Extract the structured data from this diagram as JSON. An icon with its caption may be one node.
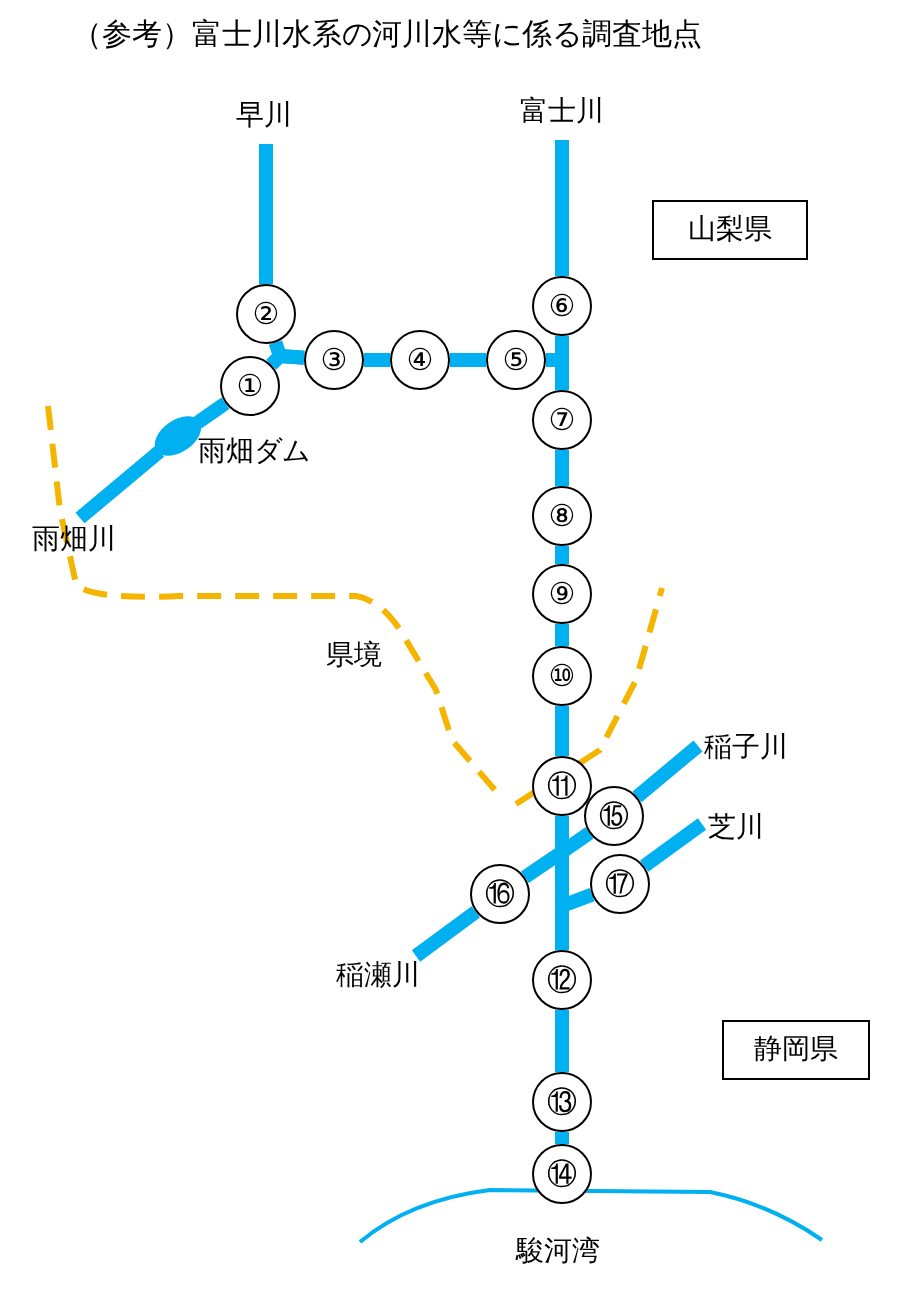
{
  "diagram": {
    "title": "（参考）富士川水系の河川水等に係る調査地点",
    "nodes": [
      {
        "text": [
          "早川"
        ]
      },
      {
        "text": [
          "富士川"
        ]
      },
      {
        "text": [
          "山梨県"
        ]
      },
      {
        "text": [
          "②"
        ]
      },
      {
        "text": [
          "①"
        ]
      },
      {
        "text": [
          "③"
        ]
      },
      {
        "text": [
          "④"
        ]
      },
      {
        "text": [
          "⑤"
        ]
      },
      {
        "text": [
          "⑥"
        ]
      },
      {
        "text": [
          "⑦"
        ]
      },
      {
        "text": [
          "⑧"
        ]
      },
      {
        "text": [
          "⑨"
        ]
      },
      {
        "text": [
          "⑩"
        ]
      },
      {
        "text": [
          "⑪"
        ]
      },
      {
        "text": [
          "⑮"
        ]
      },
      {
        "text": [
          "⑯"
        ]
      },
      {
        "text": [
          "⑰"
        ]
      },
      {
        "text": [
          "⑫"
        ]
      },
      {
        "text": [
          "⑬"
        ]
      },
      {
        "text": [
          "⑭"
        ]
      },
      {
        "text": [],
        "shape": "ellipse",
        "beside": [
          "雨畑ダム"
        ]
      },
      {
        "text": [
          "雨畑川"
        ]
      },
      {
        "text": [
          "稲子川"
        ]
      },
      {
        "text": [
          "芝川"
        ]
      },
      {
        "text": [
          "稲瀬川"
        ]
      },
      {
        "text": [
          "静岡県"
        ]
      },
      {
        "text": [
          "駿河湾"
        ]
      }
    ],
    "edges": [
      {
        "from": 0,
        "to": 3,
        "arrow": "none"
      },
      {
        "from": 1,
        "to": 8,
        "arrow": "none"
      },
      {
        "from": 3,
        "to": 5,
        "arrow": "none"
      },
      {
        "from": 4,
        "to": 5,
        "arrow": "none"
      },
      {
        "from": 5,
        "to": 6,
        "arrow": "none"
      },
      {
        "from": 6,
        "to": 7,
        "arrow": "none"
      },
      {
        "from": 7,
        "to": 9,
        "arrow": "none"
      },
      {
        "from": 8,
        "to": 9,
        "arrow": "none"
      },
      {
        "from": 9,
        "to": 10,
        "arrow": "none"
      },
      {
        "from": 10,
        "to": 11,
        "arrow": "none"
      },
      {
        "from": 11,
        "to": 12,
        "arrow": "none"
      },
      {
        "from": 12,
        "to": 13,
        "arrow": "none"
      },
      {
        "from": 13,
        "to": 17,
        "arrow": "none"
      },
      {
        "from": 17,
        "to": 18,
        "arrow": "none"
      },
      {
        "from": 18,
        "to": 19,
        "arrow": "none"
      },
      {
        "from": 21,
        "to": 20,
        "arrow": "none"
      },
      {
        "from": 20,
        "to": 4,
        "arrow": "none"
      },
      {
        "from": 22,
        "to": 14,
        "arrow": "none"
      },
      {
        "from": 14,
        "to": 17,
        "arrow": "none"
      },
      {
        "from": 24,
        "to": 15,
        "arrow": "none"
      },
      {
        "from": 15,
        "to": 17,
        "arrow": "none"
      },
      {
        "from": 23,
        "to": 16,
        "arrow": "none"
      },
      {
        "from": 16,
        "to": 17,
        "arrow": "none"
      }
    ],
    "labels": [
      "県境"
    ]
  }
}
